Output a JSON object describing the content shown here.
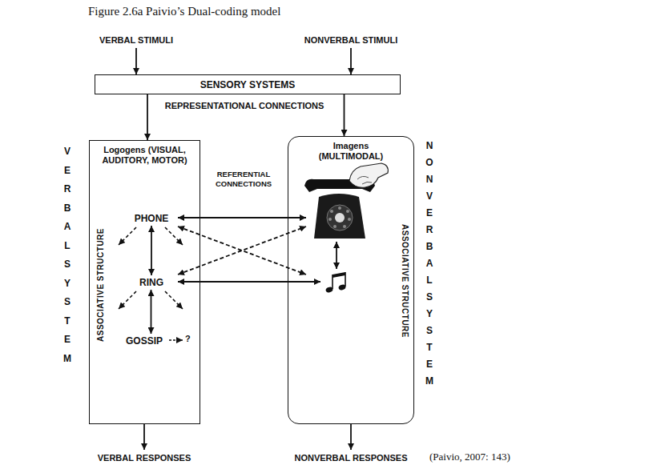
{
  "diagram": {
    "title": "Figure 2.6a Paivio’s Dual-coding model",
    "nodes": [
      {
        "text": [
          "SENSORY SYSTEMS"
        ]
      },
      {
        "text": [
          "Logogens (VISUAL, AUDITORY, MOTOR)",
          "ASSOCIATIVE STRUCTURE"
        ]
      },
      {
        "text": [
          "PHONE"
        ],
        "in": 1
      },
      {
        "text": [
          "RING"
        ],
        "in": 1
      },
      {
        "text": [
          "GOSSIP"
        ],
        "in": 1
      },
      {
        "text": [
          "Imagens (MULTIMODAL)",
          "ASSOCIATIVE STRUCTURE"
        ]
      }
    ],
    "edges": [
      {
        "from": 0,
        "to": 1,
        "arrow": "to"
      },
      {
        "from": 0,
        "to": 5,
        "arrow": "to"
      },
      {
        "from": 2,
        "to": 3,
        "arrow": "both"
      },
      {
        "from": 3,
        "to": 4,
        "arrow": "both"
      }
    ],
    "labels": [
      "VERBAL STIMULI",
      "NONVERBAL STIMULI",
      "REPRESENTATIONAL CONNECTIONS",
      "VERBAL SYSTEM",
      "REFERENTIAL CONNECTIONS",
      "NONVERBAL SYSTEM",
      "?",
      "VERBAL RESPONSES",
      "NONVERBAL RESPONSES",
      "(Paivio, 2007: 143)"
    ]
  }
}
